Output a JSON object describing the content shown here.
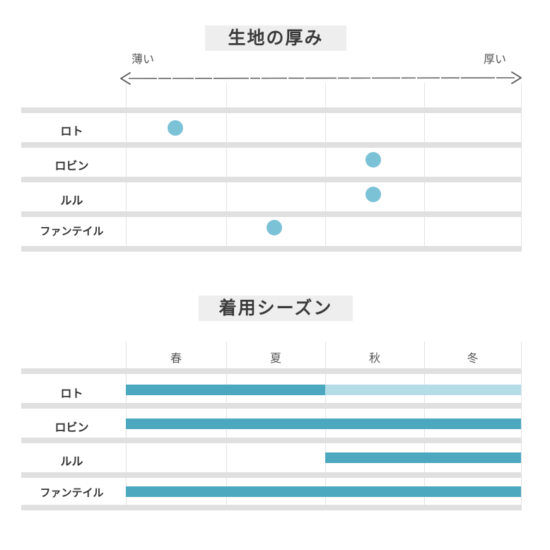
{
  "charts": [
    {
      "title": "生地の厚み",
      "axis": {
        "low": "薄い",
        "high": "厚い",
        "icon": "double-arrow-icon"
      },
      "rows": [
        "ロト",
        "ロビン",
        "ルル",
        "ファンテイル"
      ]
    },
    {
      "title": "着用シーズン",
      "columns": [
        "春",
        "夏",
        "秋",
        "冬"
      ],
      "rows": [
        "ロト",
        "ロビン",
        "ルル",
        "ファンテイル"
      ]
    }
  ],
  "colors": {
    "dot": "#7cc2d6",
    "bar_primary": "#4ca8bf",
    "bar_secondary": "#b3dce7",
    "band": "#e0e0e0",
    "gridline": "#e3e3e3",
    "title_background": "#eeeeee"
  },
  "chart_data": [
    {
      "type": "scatter",
      "title": "生地の厚み",
      "xlabel": "",
      "ylabel": "",
      "axis_low_label": "薄い",
      "axis_high_label": "厚い",
      "xlim": [
        0,
        4
      ],
      "grid": true,
      "categories": [
        "ロト",
        "ロビン",
        "ルル",
        "ファンテイル"
      ],
      "values": [
        0.5,
        2.5,
        2.5,
        1.5
      ],
      "points": [
        {
          "label": "ロト",
          "thickness": 0.5
        },
        {
          "label": "ロビン",
          "thickness": 2.5
        },
        {
          "label": "ルル",
          "thickness": 2.5
        },
        {
          "label": "ファンテイル",
          "thickness": 1.5
        }
      ]
    },
    {
      "type": "bar",
      "title": "着用シーズン",
      "xlabel": "",
      "ylabel": "",
      "grid": true,
      "categories": [
        "春",
        "夏",
        "秋",
        "冬"
      ],
      "series": [
        {
          "name": "ロト",
          "values": [
            1,
            1,
            0.5,
            0.5
          ]
        },
        {
          "name": "ロビン",
          "values": [
            1,
            1,
            1,
            1
          ]
        },
        {
          "name": "ルル",
          "values": [
            0,
            0,
            1,
            1
          ]
        },
        {
          "name": "ファンテイル",
          "values": [
            1,
            1,
            1,
            1
          ]
        }
      ]
    }
  ]
}
